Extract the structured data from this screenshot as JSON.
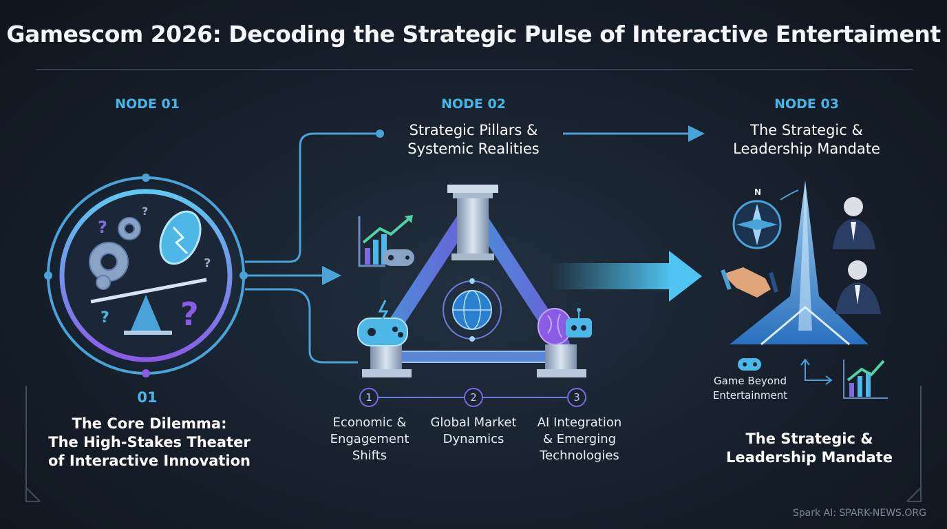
{
  "title": "Gamescom 2026: Decoding the Strategic Pulse of Interactive Entertaiment",
  "node1": {
    "label": "NODE 01",
    "number": "01",
    "heading_line1": "The Core Dilemma:",
    "heading_line2": "The High-Stakes Theater",
    "heading_line3": "of Interactive Innovation"
  },
  "node2": {
    "label": "NODE 02",
    "heading_line1": "Strategic Pillars &",
    "heading_line2": "Systemic Realities",
    "pillars": [
      {
        "num": "1",
        "line1": "Economic &",
        "line2": "Engagement",
        "line3": "Shifts"
      },
      {
        "num": "2",
        "line1": "Global Market",
        "line2": "Dynamics",
        "line3": ""
      },
      {
        "num": "3",
        "line1": "AI Integration",
        "line2": "& Emerging",
        "line3": "Technologies"
      }
    ]
  },
  "node3": {
    "label": "NODE 03",
    "heading_line1": "The Strategic &",
    "heading_line2": "Leadership Mandate",
    "compass_letter": "N",
    "caption_line1": "Game Beyond",
    "caption_line2": "Entertainment",
    "bottom_line1": "The Strategic &",
    "bottom_line2": "Leadership Mandate"
  },
  "footer": "Spark AI: SPARK-NEWS.ORG",
  "colors": {
    "accent_cyan": "#49b6e8",
    "accent_purple": "#7a5ce0",
    "background": "#161f2b"
  }
}
